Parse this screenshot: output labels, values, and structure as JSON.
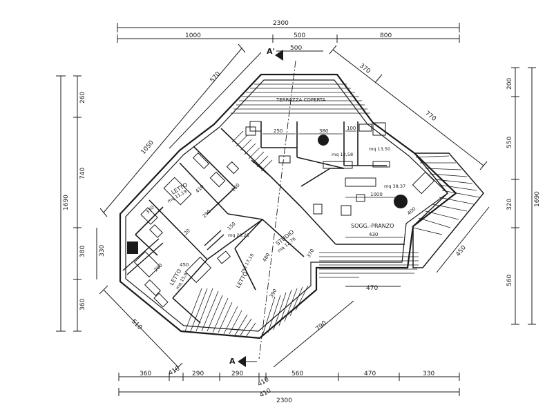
{
  "dimensions": {
    "top_overall": "2300",
    "top_1": "1000",
    "top_2": "500",
    "top_3": "800",
    "top_marker": "500",
    "bottom_overall": "2300",
    "bottom_1": "360",
    "bottom_2": "410",
    "bottom_3": "290",
    "bottom_4": "290",
    "bottom_5": "410",
    "bottom_6": "560",
    "bottom_7": "470",
    "bottom_8": "330",
    "bottom_extra": "410",
    "left_overall": "1690",
    "left_1": "260",
    "left_2": "740",
    "left_3": "380",
    "left_4": "360",
    "left_inner": "330",
    "right_overall": "1690",
    "right_1": "200",
    "right_2": "550",
    "right_3": "320",
    "right_4": "560",
    "diag_ul_outer": "1050",
    "diag_ul_inner": "570",
    "diag_ur": "370",
    "diag_ur_long": "770",
    "diag_ll": "510",
    "diag_lr": "790",
    "diag_r_450": "450",
    "dim_470": "470"
  },
  "rooms": {
    "terrace_covered": "TERRAZZA COPERTA",
    "bedroom_1": "LETTO",
    "bedroom_1_area": "mq 11,19",
    "bedroom_2": "LETTO",
    "bedroom_2_area": "mq 17,19",
    "bedroom_3": "LETTO",
    "bedroom_3_area": "mq 15,6",
    "studio": "STUDIO",
    "studio_area": "mq 12,76",
    "living": "SOGG.-PRANZO",
    "living_area": "mq 38,37",
    "kitchen_area": "mq 12,58",
    "bath_area": "mq 13,50",
    "hall_area": "mq 20,21"
  },
  "interior_dims": {
    "d250": "250",
    "d380": "380",
    "d100": "100",
    "d1000": "1000",
    "d400": "400",
    "d430": "430",
    "d480": "480",
    "d450": "450",
    "d200": "200",
    "d290": "290",
    "d150": "150",
    "d180": "180",
    "d120": "120",
    "d410": "410",
    "d370": "370",
    "d390": "390",
    "d330": "330"
  },
  "section_marks": {
    "top": "A'",
    "bottom": "A"
  }
}
